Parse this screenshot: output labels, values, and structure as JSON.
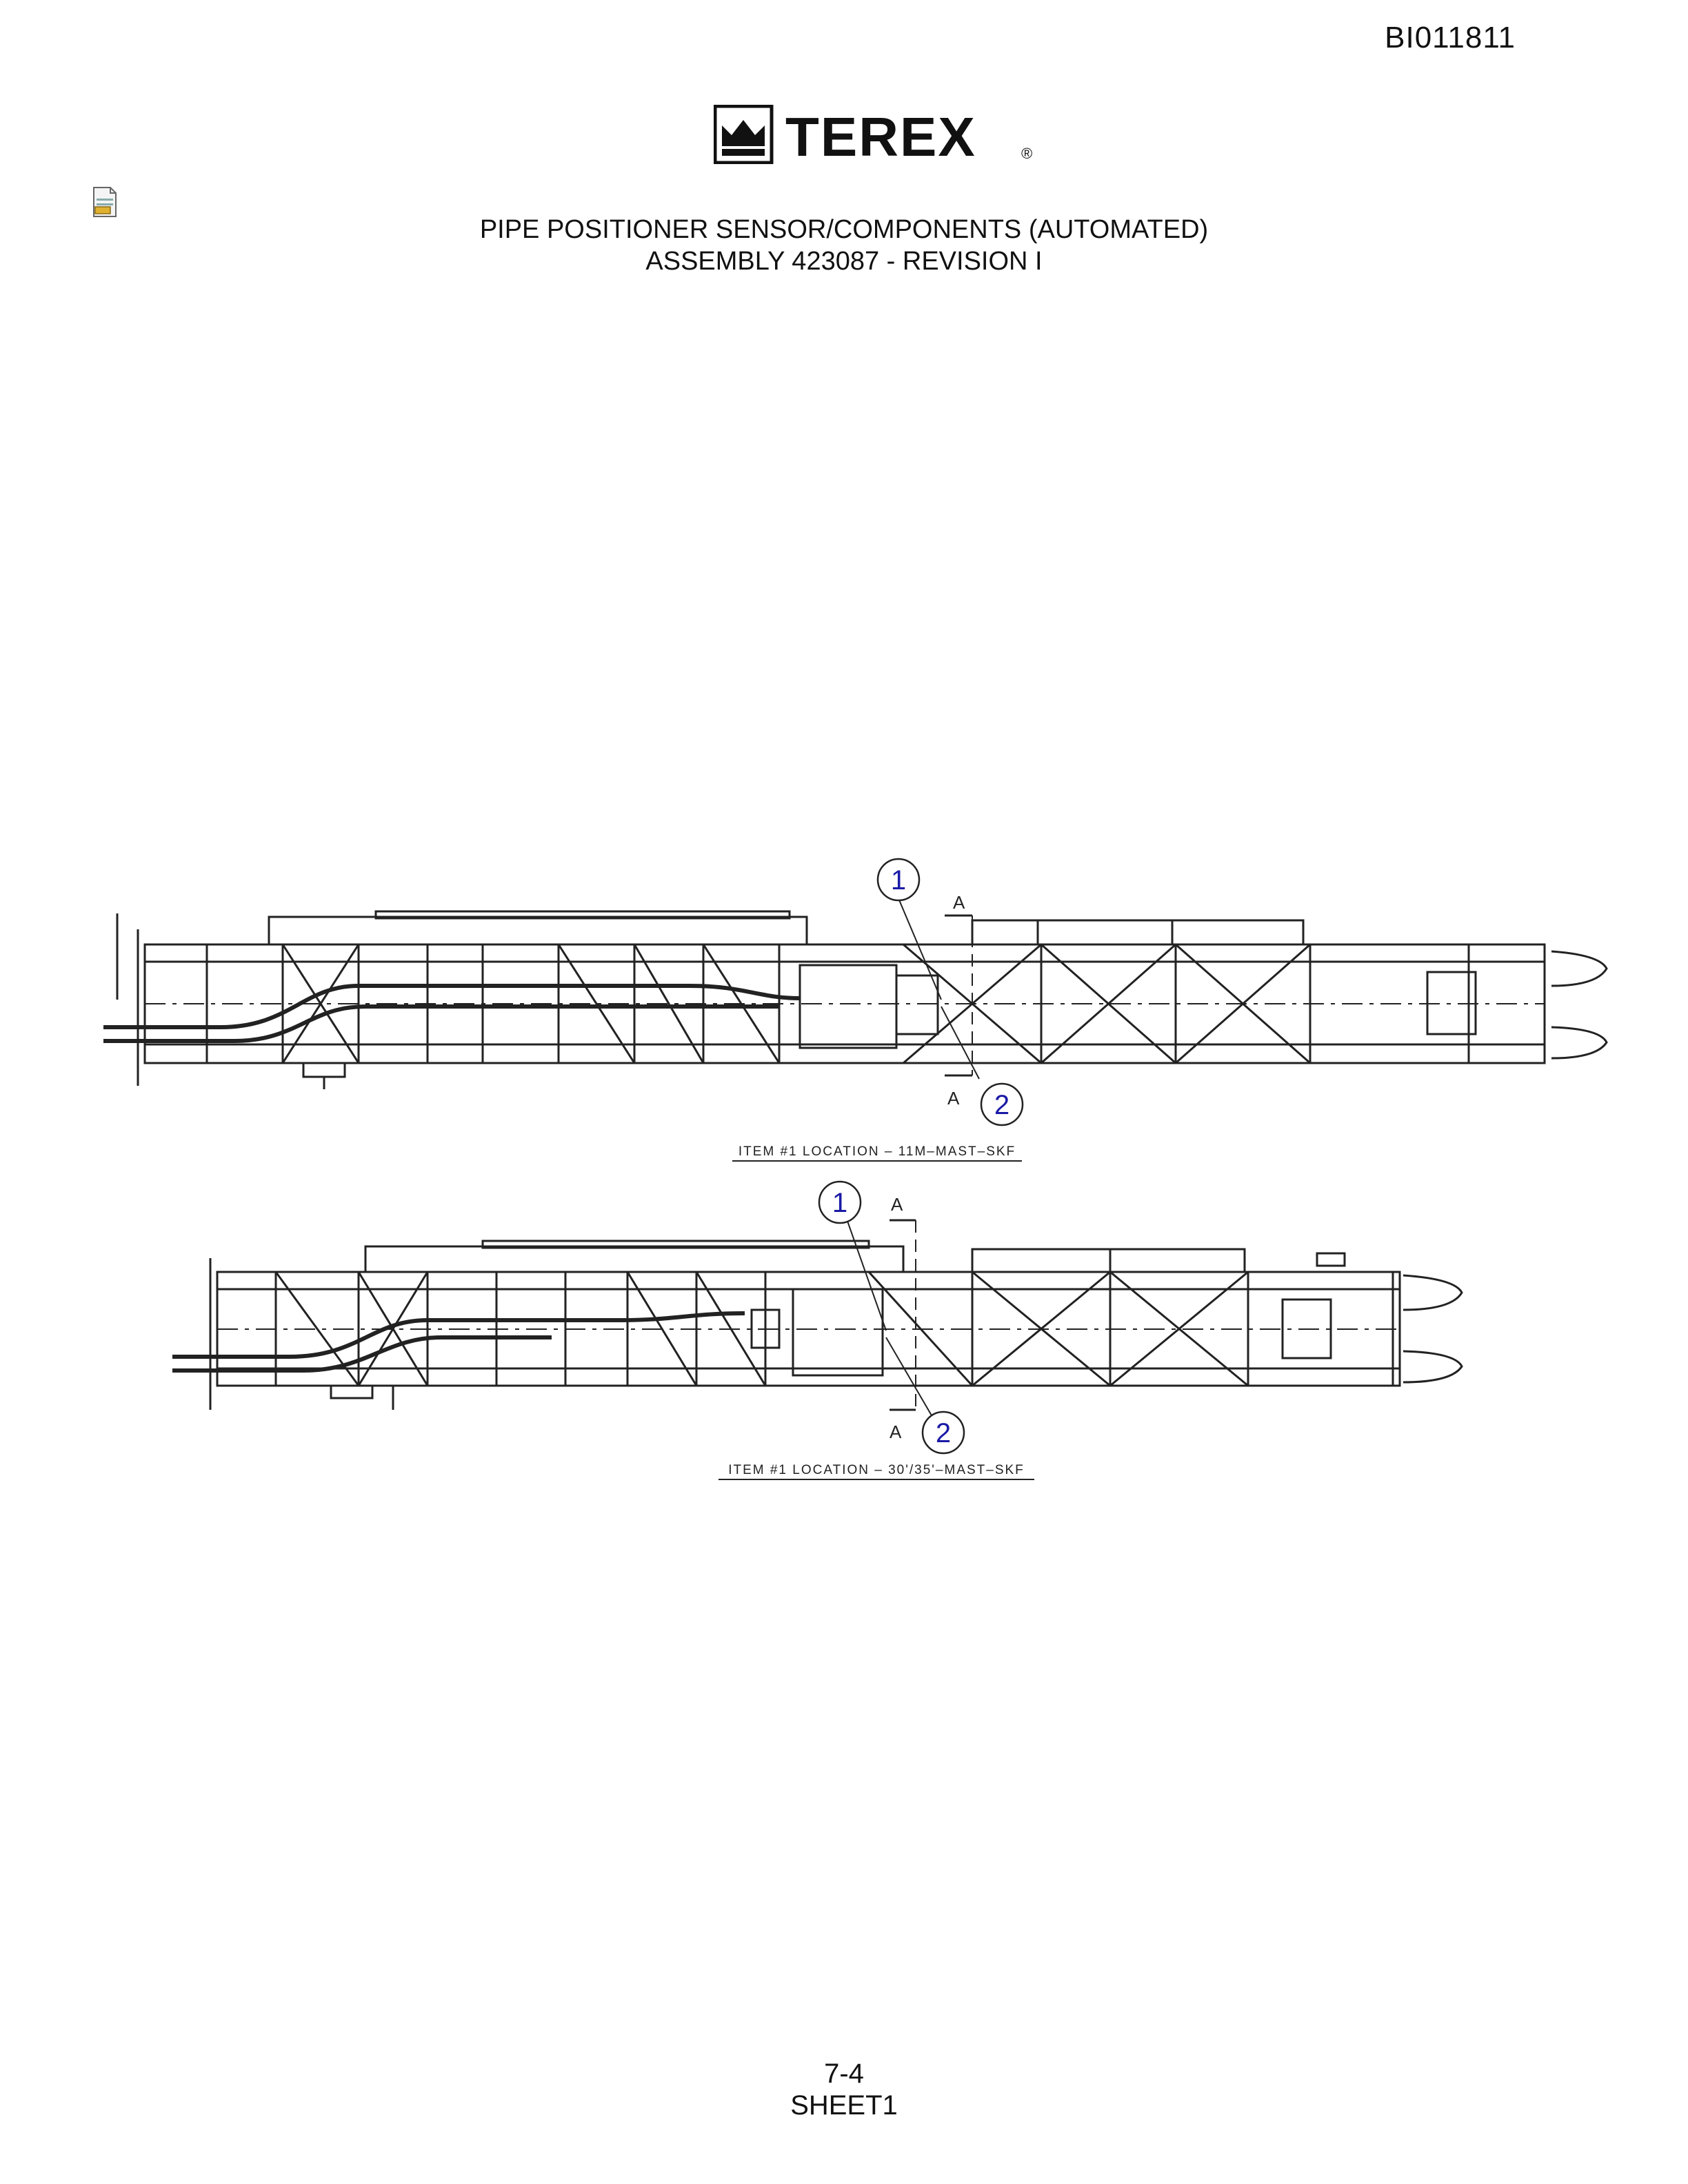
{
  "header": {
    "doc_id": "BI011811",
    "brand": "TEREX",
    "registered_mark": "®"
  },
  "title": {
    "line1": "PIPE POSITIONER SENSOR/COMPONENTS (AUTOMATED)",
    "line2": "ASSEMBLY 423087 - REVISION I"
  },
  "drawings": [
    {
      "caption": "ITEM #1 LOCATION – 11M–MAST–SKF",
      "callouts": [
        "1",
        "2"
      ],
      "section_marks": [
        "A",
        "A"
      ]
    },
    {
      "caption": "ITEM #1 LOCATION – 30'/35'–MAST–SKF",
      "callouts": [
        "1",
        "2"
      ],
      "section_marks": [
        "A",
        "A"
      ]
    }
  ],
  "footer": {
    "page_number": "7-4",
    "sheet": "SHEET1"
  },
  "colors": {
    "callout": "#1a1aa6",
    "line": "#222222"
  },
  "icons": {
    "attachment": "document-attachment-icon",
    "brand_logo": "terex-crown-logo"
  }
}
